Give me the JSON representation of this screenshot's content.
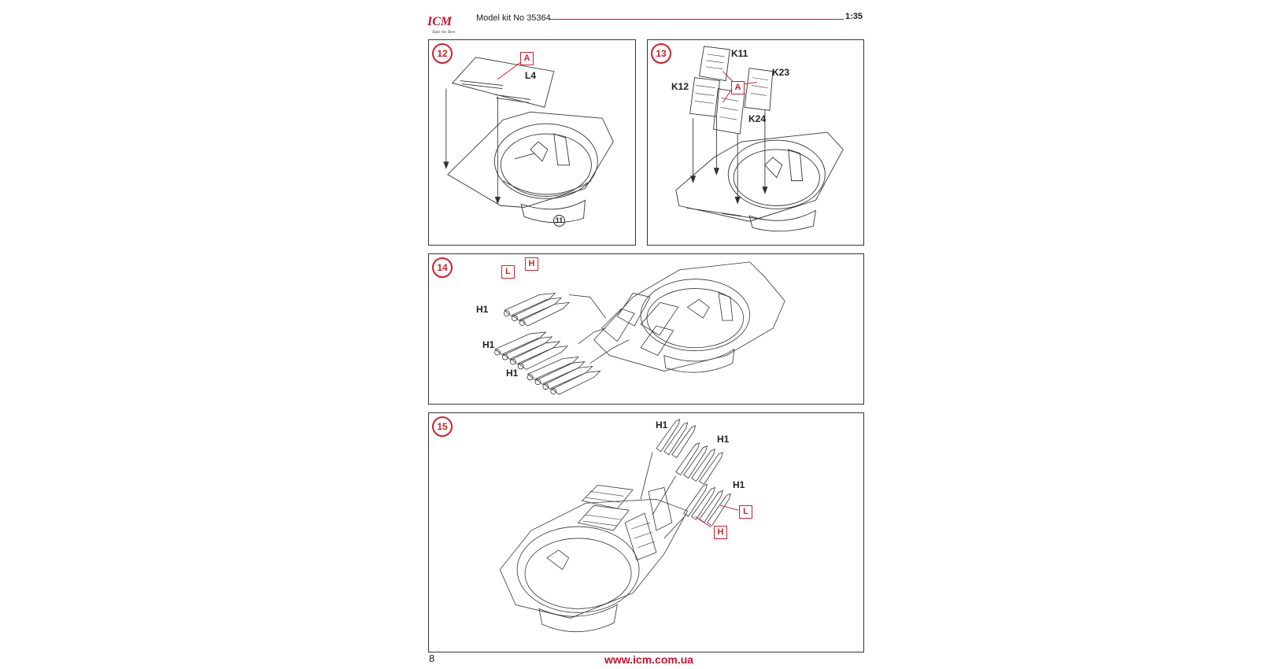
{
  "header": {
    "brand": "ICM",
    "tagline": "Take the Best",
    "model_kit": "Model kit No 35364",
    "scale": "1:35"
  },
  "panels": {
    "p12": {
      "step": "12",
      "mark": "A",
      "part": "L4",
      "ref": "11"
    },
    "p13": {
      "step": "13",
      "mark": "A",
      "parts": [
        "K11",
        "K23",
        "K12",
        "K24"
      ]
    },
    "p14": {
      "step": "14",
      "marks": [
        "L",
        "H"
      ],
      "parts": [
        "H1",
        "H1",
        "H1"
      ]
    },
    "p15": {
      "step": "15",
      "marks": [
        "L",
        "H"
      ],
      "parts": [
        "H1",
        "H1",
        "H1"
      ]
    }
  },
  "footer": {
    "page_number": "8",
    "website": "www.icm.com.ua"
  },
  "colors": {
    "accent": "#c8102e",
    "line": "#333333"
  }
}
